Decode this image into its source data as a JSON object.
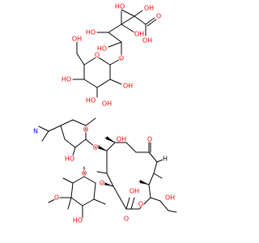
{
  "colors": {
    "background": "#ffffff",
    "bond": "#000000",
    "oxygen": "#ff0000",
    "nitrogen": "#0000ff"
  },
  "molecule_top": {
    "labels": {
      "oh_tl": "HO",
      "oh_tr": "OH",
      "o_carbonyl": "O",
      "oh_acid": "OH",
      "ho_chain1": "HO",
      "ho_chain2": "HO",
      "oh_chain3": "OH",
      "o_glyco": "O",
      "oh_ch2": "OH",
      "o_ring": "O",
      "ho_r1": "HO",
      "ho_r2": "HO",
      "oh_r3": "OH",
      "oh_r4": "OH"
    }
  },
  "molecule_bottom": {
    "labels": {
      "n_amine": "N",
      "o_ring_a": "O",
      "ho_a": "HO",
      "o_link_a": "O",
      "oh_ring_c": "OH",
      "o_ketone": "O",
      "h_stereo": "H",
      "o_lactone_ring": "O",
      "o_link_b": "O",
      "o_ring_b": "O",
      "o_methoxy": "O",
      "ho_b": "HO",
      "oh_lactone": "OH",
      "o_lactone_co": "O",
      "oh_side": "OH"
    }
  }
}
